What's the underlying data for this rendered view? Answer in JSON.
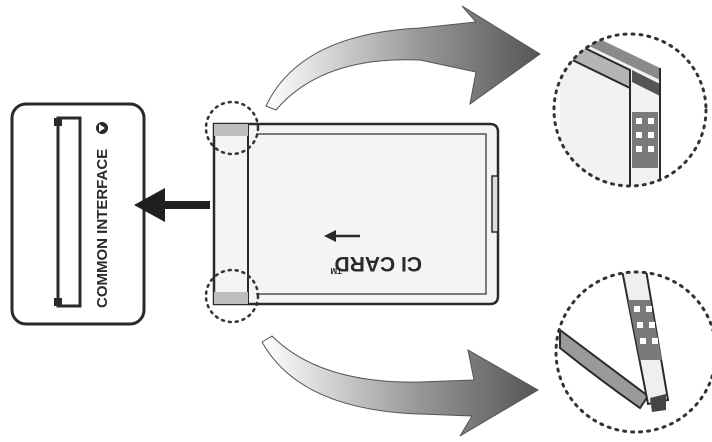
{
  "slot_label": "COMMON INTERFACE",
  "card_label": "CI CARD",
  "card_trademark": "TM",
  "icons": {
    "insert_arrow": "arrow-left-icon",
    "card_direction": "arrow-left-icon",
    "triangle": "triangle-marker-icon",
    "curved_arrows": "curved-arrow-icon"
  },
  "colors": {
    "line": "#2a2a2a",
    "arrow_fill": "#6a6a6a",
    "card_fill": "#f4f4f4",
    "dotted": "#333333"
  }
}
